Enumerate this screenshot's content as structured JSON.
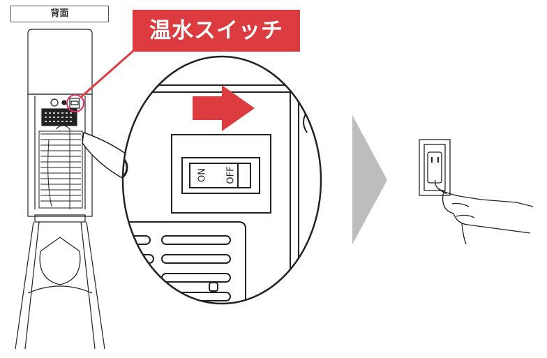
{
  "rear_label": "背面",
  "callout_title": "温水スイッチ",
  "switch": {
    "on_label": "ON",
    "off_label": "OFF",
    "state": "OFF"
  },
  "colors": {
    "accent_red": "#dc3c3f",
    "arrow_gray": "#bdbdbd",
    "highlight_pink": "#e0306a"
  }
}
